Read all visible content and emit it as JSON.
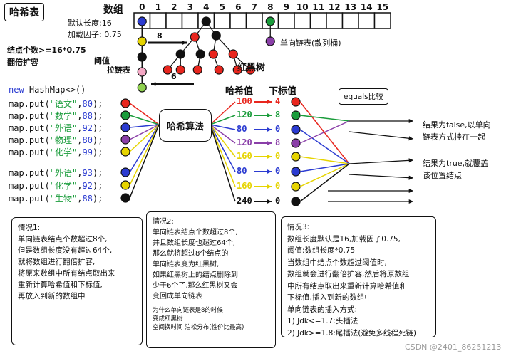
{
  "title": "哈希表",
  "array": {
    "label": "数组",
    "indices": [
      "0",
      "1",
      "2",
      "3",
      "4",
      "5",
      "6",
      "7",
      "8",
      "9",
      "10",
      "11",
      "12",
      "13",
      "14",
      "15"
    ]
  },
  "info": {
    "default_length": "默认长度:16",
    "load_factor": "加载因子: 0.75",
    "threshold_formula": "结点个数>=16*0.75",
    "threshold_word": "阈值",
    "resize": "翻倍扩容",
    "zipper": "拉链表"
  },
  "tree_label": "红黑树",
  "list_label": "单向链表(散列桶)",
  "arrow_8": "8",
  "arrow_6": "6",
  "code": {
    "decl_new": "new",
    "decl_rest": " HashMap<>()",
    "lines": [
      {
        "prefix": "map.put(",
        "key": "\"语文\"",
        "sep": ",",
        "val": "80",
        "suffix": ");",
        "color": "red"
      },
      {
        "prefix": "map.put(",
        "key": "\"数学\"",
        "sep": ",",
        "val": "88",
        "suffix": ");",
        "color": "green"
      },
      {
        "prefix": "map.put(",
        "key": "\"外语\"",
        "sep": ",",
        "val": "92",
        "suffix": ");",
        "color": "blue"
      },
      {
        "prefix": "map.put(",
        "key": "\"物理\"",
        "sep": ",",
        "val": "80",
        "suffix": ");",
        "color": "purple"
      },
      {
        "prefix": "map.put(",
        "key": "\"化学\"",
        "sep": ",",
        "val": "99",
        "suffix": ");",
        "color": "yellow"
      },
      {
        "prefix": "map.put(",
        "key": "\"外语\"",
        "sep": ",",
        "val": "93",
        "suffix": ");",
        "color": "blue"
      },
      {
        "prefix": "map.put(",
        "key": "\"化学\"",
        "sep": ",",
        "val": "92",
        "suffix": ");",
        "color": "yellow"
      },
      {
        "prefix": "map.put(",
        "key": "\"生物\"",
        "sep": ",",
        "val": "88",
        "suffix": ");",
        "color": "black"
      }
    ]
  },
  "hash_algo": "哈希算法",
  "hash_header": "哈希值",
  "index_header": "下标值",
  "hash_rows": [
    {
      "hash": "100",
      "index": "4",
      "color": "#e8261e"
    },
    {
      "hash": "120",
      "index": "8",
      "color": "#1a9c3b"
    },
    {
      "hash": "80",
      "index": "0",
      "color": "#2b3bd1"
    },
    {
      "hash": "120",
      "index": "8",
      "color": "#8a3fa8"
    },
    {
      "hash": "160",
      "index": "0",
      "color": "#e6d400"
    },
    {
      "hash": "80",
      "index": "0",
      "color": "#2b3bd1"
    },
    {
      "hash": "160",
      "index": "0",
      "color": "#e6d400"
    },
    {
      "hash": "240",
      "index": "0",
      "color": "#111111"
    }
  ],
  "equals_label": "equals比较",
  "result_false": [
    "结果为false,以单向",
    "链表方式挂在一起"
  ],
  "result_true": [
    "结果为true,就覆盖",
    "该位置结点"
  ],
  "case1": {
    "title": "情况1:",
    "lines": [
      "单向链表结点个数超过8个,",
      "但是数组长度没有超过64个,",
      "就将数组进行翻倍扩容,",
      "将原来数组中所有结点取出来",
      "重新计算哈希值和下标值,",
      "再放入到新的数组中"
    ]
  },
  "case2": {
    "title": "情况2:",
    "lines": [
      "单向链表结点个数超过8个,",
      "并且数组长度也超过64个,",
      "那么就将超过8个结点的",
      "单向链表变为红黑树,",
      "如果红黑树上的结点删除到",
      "少于6个了,那么红黑树又会",
      "变回成单向链表"
    ],
    "notes": [
      "为什么单向链表是8的时候",
      "变成红黑树",
      "空间换时间  泊松分布(性价比最高)"
    ]
  },
  "case3": {
    "title": "情况3:",
    "lines": [
      "数组长度默认是16,加载因子0.75,",
      "阈值:数组长度*0.75",
      "当数组中结点个数超过阈值时,",
      "数组就会进行翻倍扩容,然后将原数组",
      "中所有结点取出来重新计算哈希值和",
      "下标值,插入到新的数组中",
      "单向链表的插入方式:",
      "1) Jdk<=1.7:头插法",
      "2) Jdk>=1.8:尾插法(避免多线程死链)"
    ]
  },
  "watermark": "CSDN @2401_86251213"
}
